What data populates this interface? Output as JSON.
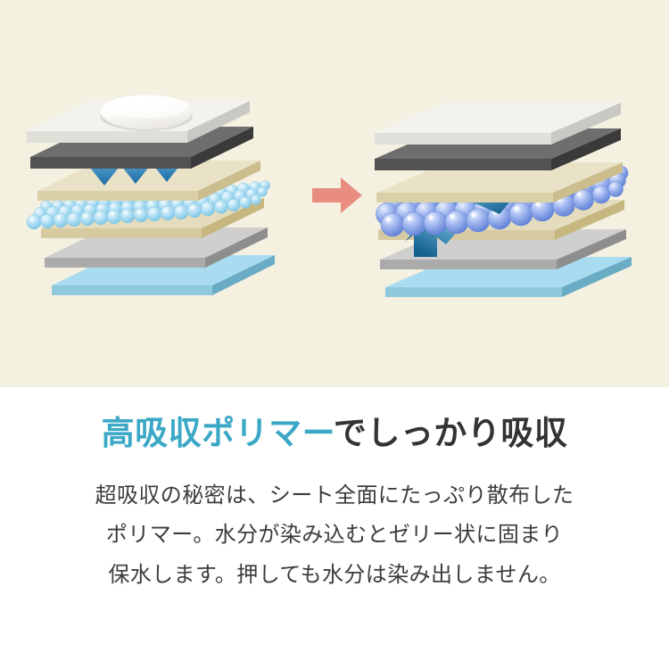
{
  "background": {
    "hero_panel_color": "#f4f1e1",
    "text_panel_color": "#ffffff"
  },
  "headline": {
    "accent_text": "高吸収ポリマー",
    "plain_text": "でしっかり吸収",
    "accent_color": "#3ba8c6",
    "plain_color": "#333333"
  },
  "bodycopy": {
    "lines": [
      "超吸収の秘密は、シート全面にたっぷり散布した",
      "ポリマー。水分が染み込むとゼリー状に固まり",
      "保水します。押しても水分は染み出しません。"
    ],
    "color": "#3c3c3c"
  },
  "transition_arrow": {
    "icon": "right-arrow-icon",
    "color": "#e88d80"
  },
  "diagrams": [
    {
      "id": "before",
      "caption": "",
      "water_droplet": {
        "visible": true,
        "icon": "water-droplet-icon",
        "color": "#f7f7f4"
      },
      "absorption_arrows": {
        "count": 3,
        "direction": "down",
        "icon": "down-arrow-icon",
        "color_top": "#9fd0ea",
        "color_tip": "#1f6fa8"
      },
      "polymer_beads": {
        "state": "dry",
        "size": "small",
        "color": "#a8daf0",
        "highlight": "#e3f4fc",
        "count": 74
      },
      "layers": [
        {
          "name": "surface-sheet",
          "color": "#f2f2ef",
          "edge": "#c9c9c4"
        },
        {
          "name": "dark-mesh-sheet",
          "color": "#6e6e6e",
          "edge": "#3a3a3a"
        },
        {
          "name": "upper-pulp-sheet",
          "color": "#e9e2c6",
          "edge": "#cbbd8c"
        },
        {
          "name": "lower-pulp-sheet",
          "color": "#e4dcbd",
          "edge": "#c6b780"
        },
        {
          "name": "gray-diffusion-sheet",
          "color": "#cfcfcf",
          "edge": "#8e8e8e"
        },
        {
          "name": "waterproof-backing",
          "color": "#a9dcf0",
          "edge": "#6aacc4"
        }
      ]
    },
    {
      "id": "after",
      "caption": "",
      "water_droplet": {
        "visible": false,
        "icon": "water-droplet-icon",
        "color": "#f7f7f4"
      },
      "absorption_arrows": {
        "count": 2,
        "direction": "diagonal-inward",
        "icon": "diagonal-arrow-icon",
        "color_top": "#a6cfdd",
        "color_tip": "#1f6fa8"
      },
      "polymer_beads": {
        "state": "swollen-gel",
        "size": "large",
        "color": "#7b9de8",
        "highlight": "#ccd9f7",
        "count": 46
      },
      "layers": [
        {
          "name": "surface-sheet",
          "color": "#f2f2ef",
          "edge": "#c9c9c4"
        },
        {
          "name": "dark-mesh-sheet",
          "color": "#6e6e6e",
          "edge": "#3a3a3a"
        },
        {
          "name": "upper-pulp-sheet",
          "color": "#e9e2c6",
          "edge": "#cbbd8c"
        },
        {
          "name": "lower-pulp-sheet",
          "color": "#e4dcbd",
          "edge": "#c6b780"
        },
        {
          "name": "gray-diffusion-sheet",
          "color": "#cfcfcf",
          "edge": "#8e8e8e"
        },
        {
          "name": "waterproof-backing",
          "color": "#a9dcf0",
          "edge": "#6aacc4"
        }
      ]
    }
  ]
}
